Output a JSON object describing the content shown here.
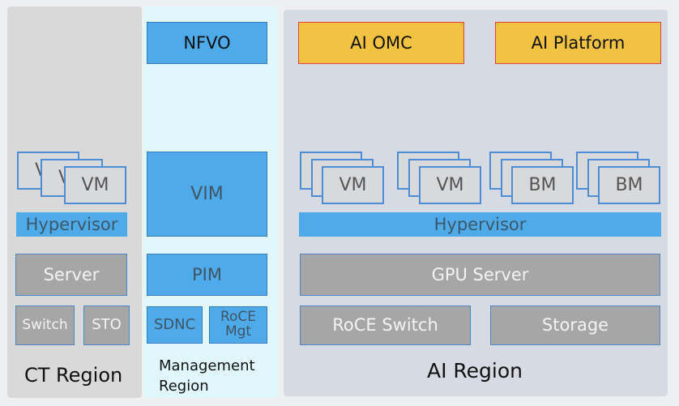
{
  "ct_region": {
    "title": "CT Region",
    "vm_stack": [
      "V",
      "V",
      "VM"
    ],
    "hypervisor": "Hypervisor",
    "server": "Server",
    "switch": "Switch",
    "storage": "STO"
  },
  "management_region": {
    "title_line1": "Management",
    "title_line2": "Region",
    "nfvo": "NFVO",
    "vim": "VIM",
    "pim": "PIM",
    "sdnc": "SDNC",
    "roce_mgt_line1": "RoCE",
    "roce_mgt_line2": "Mgt"
  },
  "ai_region": {
    "title": "AI Region",
    "ai_omc": "AI OMC",
    "ai_platform": "AI Platform",
    "stacks": [
      "VM",
      "VM",
      "BM",
      "BM"
    ],
    "hypervisor": "Hypervisor",
    "gpu_server": "GPU Server",
    "roce_switch": "RoCE Switch",
    "storage": "Storage"
  },
  "colors": {
    "blue": "#4eaae8",
    "gray": "#a6a6a6",
    "yellow": "#f2c242",
    "red_border": "#e0423b"
  }
}
